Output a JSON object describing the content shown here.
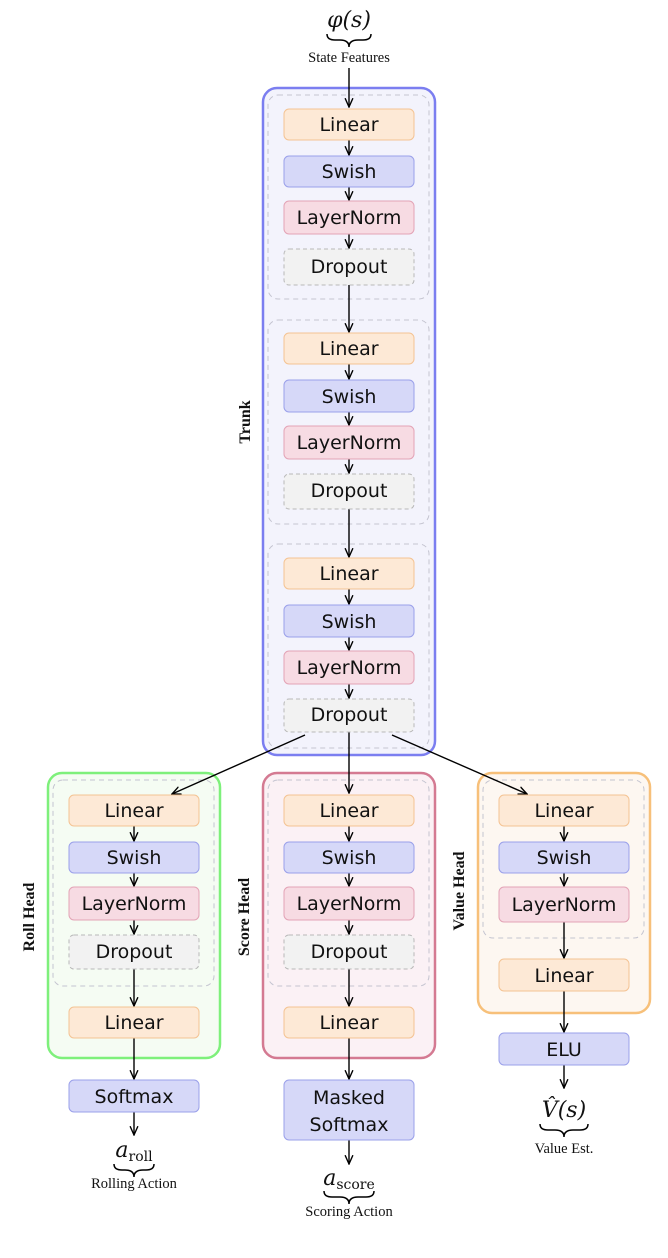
{
  "input": {
    "symbol": "φ(s)",
    "label": "State Features"
  },
  "trunk": {
    "title": "Trunk",
    "blocks": [
      {
        "layers": [
          "Linear",
          "Swish",
          "LayerNorm",
          "Dropout"
        ]
      },
      {
        "layers": [
          "Linear",
          "Swish",
          "LayerNorm",
          "Dropout"
        ]
      },
      {
        "layers": [
          "Linear",
          "Swish",
          "LayerNorm",
          "Dropout"
        ]
      }
    ]
  },
  "heads": [
    {
      "title": "Roll Head",
      "block": [
        "Linear",
        "Swish",
        "LayerNorm",
        "Dropout"
      ],
      "final": "Linear",
      "post": "Softmax",
      "output_symbol": "a",
      "output_sub": "roll",
      "output_label": "Rolling Action"
    },
    {
      "title": "Score Head",
      "block": [
        "Linear",
        "Swish",
        "LayerNorm",
        "Dropout"
      ],
      "final": "Linear",
      "post_line1": "Masked",
      "post_line2": "Softmax",
      "output_symbol": "a",
      "output_sub": "score",
      "output_label": "Scoring Action"
    },
    {
      "title": "Value Head",
      "block": [
        "Linear",
        "Swish",
        "LayerNorm"
      ],
      "final": "Linear",
      "post": "ELU",
      "output_symbol": "V̂(s)",
      "output_label": "Value Est."
    }
  ],
  "colors": {
    "linear_fill": "#fde9d6",
    "linear_stroke": "#f4c393",
    "swish_fill": "#d6d8f8",
    "swish_stroke": "#9aa0ea",
    "layernorm_fill": "#f7dbe3",
    "layernorm_stroke": "#e3a3b6",
    "dropout_fill": "#f2f2f2",
    "dropout_stroke": "#b8b8b8",
    "trunk_stroke": "#7b7ef0",
    "trunk_fill": "#f3f3fc",
    "roll_stroke": "#7ef07b",
    "roll_fill": "#f5fcf3",
    "score_stroke": "#d47a92",
    "score_fill": "#fbf1f5",
    "value_stroke": "#f7c07a",
    "value_fill": "#fdf7f1"
  }
}
